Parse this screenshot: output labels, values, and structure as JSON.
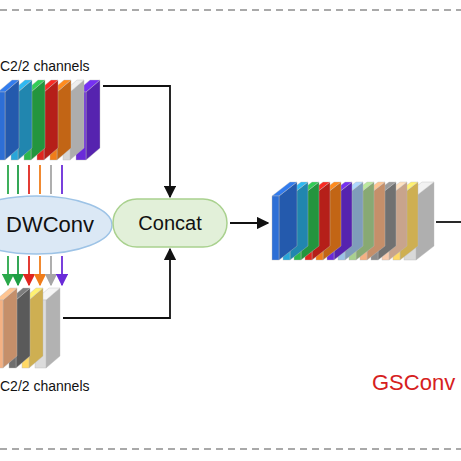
{
  "diagram": {
    "nodes": [
      {
        "text": [
          "C2/2 channels"
        ]
      },
      {
        "text": [
          "DWConv"
        ]
      },
      {
        "text": [
          "C2/2 channels"
        ]
      },
      {
        "text": [
          "Concat"
        ]
      }
    ],
    "edges": [
      {
        "from": 0,
        "to": 1,
        "arrow": "none"
      },
      {
        "from": 1,
        "to": 2,
        "arrow": "to"
      },
      {
        "from": 0,
        "to": 3,
        "arrow": "to"
      },
      {
        "from": 2,
        "to": 3,
        "arrow": "to"
      }
    ],
    "labels": [
      "GSConv"
    ]
  }
}
